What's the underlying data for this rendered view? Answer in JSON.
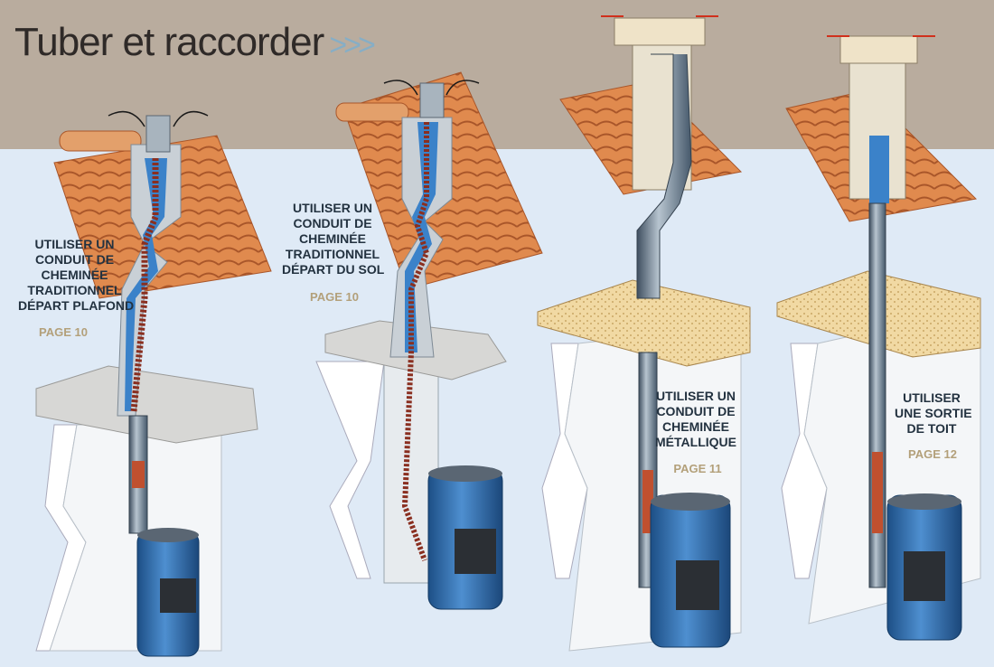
{
  "header": {
    "title": "Tuber et raccorder",
    "arrows": ">>>"
  },
  "colors": {
    "header_bg": "#b9ac9e",
    "sky": "#dfeaf6",
    "stove_blue": "#2f6fb0",
    "tiles": "#e08a4e",
    "page_ref": "#b3a07a"
  },
  "panels": [
    {
      "label_lines": [
        "UTILISER UN",
        "CONDUIT DE",
        "CHEMINÉE",
        "TRADITIONNEL",
        "DÉPART PLAFOND"
      ],
      "page": "PAGE 10"
    },
    {
      "label_lines": [
        "UTILISER UN",
        "CONDUIT DE",
        "CHEMINÉE",
        "TRADITIONNEL",
        "DÉPART DU SOL"
      ],
      "page": "PAGE 10"
    },
    {
      "label_lines": [
        "UTILISER UN",
        "CONDUIT DE",
        "CHEMINÉE",
        "MÉTALLIQUE"
      ],
      "page": "PAGE 11"
    },
    {
      "label_lines": [
        "UTILISER",
        "UNE SORTIE",
        "DE TOIT"
      ],
      "page": "PAGE 12"
    }
  ]
}
